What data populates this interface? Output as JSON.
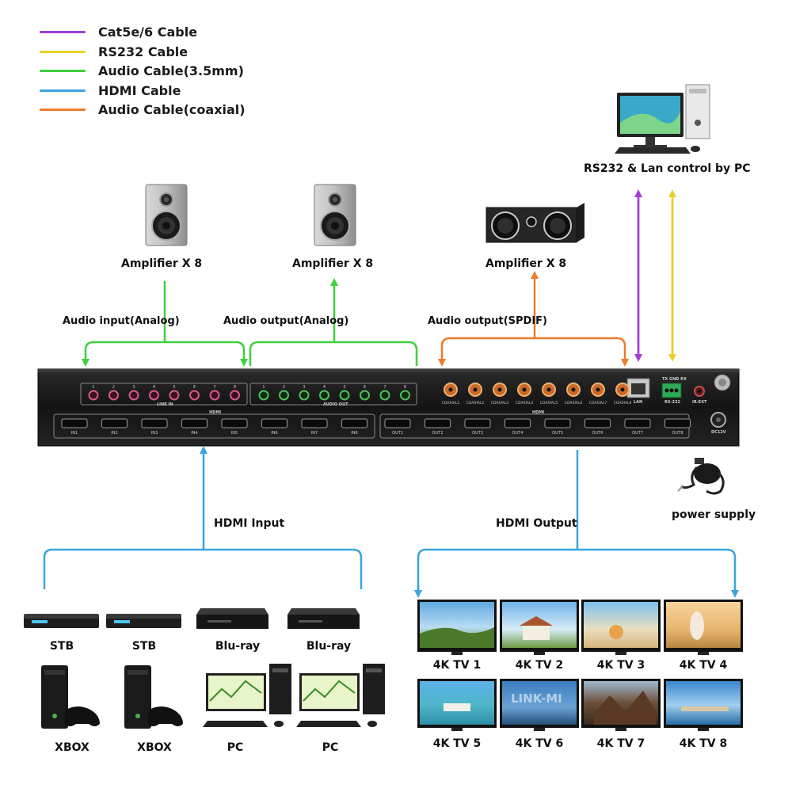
{
  "legend": [
    {
      "label": "Cat5e/6 Cable",
      "color": "#a23fd6"
    },
    {
      "label": "RS232 Cable",
      "color": "#e8d22a"
    },
    {
      "label": "Audio Cable(3.5mm)",
      "color": "#3fcf3f"
    },
    {
      "label": "HDMI Cable",
      "color": "#3aa5dc"
    },
    {
      "label": "Audio Cable(coaxial)",
      "color": "#ef7a2a"
    }
  ],
  "amplifiers": [
    {
      "label": "Amplifier X 8"
    },
    {
      "label": "Amplifier X 8"
    },
    {
      "label": "Amplifier X 8"
    }
  ],
  "audio_labels": {
    "input_analog": "Audio input(Analog)",
    "output_analog": "Audio output(Analog)",
    "output_spdif": "Audio output(SPDIF)"
  },
  "control": {
    "label": "RS232 & Lan control by PC"
  },
  "power": {
    "label": "power  supply"
  },
  "hdmi": {
    "input_label": "HDMI Input",
    "output_label": "HDMI Output"
  },
  "panel": {
    "line_in_label": "LINE IN",
    "audio_out_label": "AUDIO OUT",
    "hdmi_label": "HDMI",
    "hdmi_inputs": [
      "IN1",
      "IN2",
      "IN3",
      "IN4",
      "IN5",
      "IN6",
      "IN7",
      "IN8"
    ],
    "hdmi_outputs": [
      "OUT1",
      "OUT2",
      "OUT3",
      "OUT4",
      "OUT5",
      "OUT6",
      "OUT7",
      "OUT8"
    ],
    "coaxial": [
      "COAXIAL1",
      "COAXIAL2",
      "COAXIAL3",
      "COAXIAL4",
      "COAXIAL5",
      "COAXIAL6",
      "COAXIAL7",
      "COAXIAL8"
    ],
    "lan_label": "LAN",
    "rs232_label": "RS-232",
    "rs232_pins": "TX GND RX",
    "ir_label": "IR-EXT",
    "dc_label": "DC12V",
    "port_numbers": [
      "1",
      "2",
      "3",
      "4",
      "5",
      "6",
      "7",
      "8"
    ]
  },
  "sources": [
    {
      "label": "STB"
    },
    {
      "label": "STB"
    },
    {
      "label": "Blu-ray"
    },
    {
      "label": "Blu-ray"
    },
    {
      "label": "XBOX"
    },
    {
      "label": "XBOX"
    },
    {
      "label": "PC"
    },
    {
      "label": "PC"
    }
  ],
  "tvs": [
    {
      "label": "4K TV 1"
    },
    {
      "label": "4K TV 2"
    },
    {
      "label": "4K TV 3"
    },
    {
      "label": "4K TV 4"
    },
    {
      "label": "4K TV 5"
    },
    {
      "label": "4K TV 6"
    },
    {
      "label": "4K TV 7"
    },
    {
      "label": "4K TV 8"
    }
  ],
  "watermark": "LINK-MI",
  "colors": {
    "purple": "#a23fd6",
    "yellow": "#e8d22a",
    "green": "#3fcf3f",
    "blue": "#3aa5dc",
    "orange": "#ef7a2a"
  }
}
